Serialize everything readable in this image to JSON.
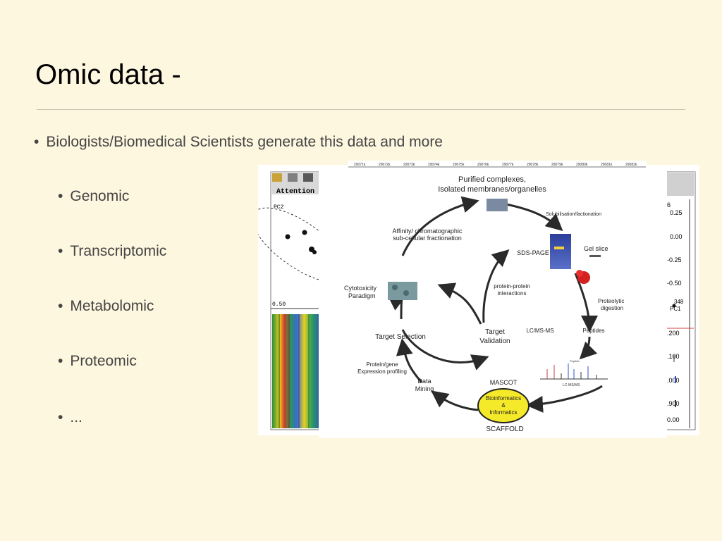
{
  "slide": {
    "title": "Omic data -",
    "bullet_main": "Biologists/Biomedical Scientists generate this data and more",
    "sub_bullets": [
      "Genomic",
      "Transcriptomic",
      "Metabolomic",
      "Proteomic",
      "..."
    ]
  },
  "back_figure": {
    "attention": "Attention",
    "pc2": "PC2",
    "tick_050": "0.50",
    "axis_ticks": [
      "6",
      "0.25",
      "0.00",
      "-0.25",
      "-0.50",
      "348",
      "PC1",
      ".200",
      ".100",
      ".000",
      ".900",
      "0.00"
    ]
  },
  "top_strip": {
    "ticks": [
      "29071k",
      "29072k",
      "29073k",
      "29074k",
      "29075k",
      "29076k",
      "29077k",
      "29078k",
      "29079k",
      "29080k",
      "29081k",
      "29082k"
    ]
  },
  "diagram": {
    "purified": "Purified complexes,",
    "isolated": "Isolated membranes/organelles",
    "solubilisation": "Solubilisation/factionation",
    "affinity1": "Affinity/ chromatographic",
    "affinity2": "sub-cellular fractionation",
    "sds": "SDS-PAGE",
    "gel_slice": "Gel slice",
    "cytotoxicity": "Cytotoxicity",
    "paradigm": "Paradigm",
    "ppi1": "protein-protein",
    "ppi2": "interactions",
    "proteolytic1": "Proteolytic",
    "proteolytic2": "digestion",
    "target_selection": "Target Selection",
    "target_validation1": "Target",
    "target_validation2": "Validation",
    "lcmsms": "LC/MS-MS",
    "peptides": "Peptides",
    "profiling1": "Protein/gene",
    "profiling2": "Expression profiling",
    "data_mining1": "Data",
    "data_mining2": "Mining",
    "mascot": "MASCOT",
    "bioinf1": "Bioinformatics",
    "bioinf2": "&",
    "bioinf3": "Informatics",
    "scaffold": "SCAFFOLD",
    "lcms_small": "LC-MS/MS",
    "peptide_small": "Peptide"
  },
  "colors": {
    "background": "#fdf7df",
    "text": "#444444",
    "ellipse": "#f5ea2a",
    "gel": "#3a4ea8"
  }
}
